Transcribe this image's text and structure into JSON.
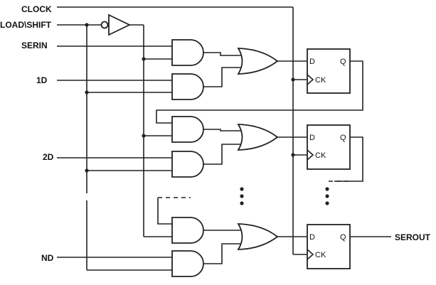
{
  "signals": {
    "clock": "CLOCK",
    "load_shift": "LOAD\\SHIFT",
    "serin": "SERIN",
    "d1": "1D",
    "d2": "2D",
    "dn": "ND",
    "serout": "SEROUT"
  },
  "flipflop_pins": {
    "d": "D",
    "q": "Q",
    "ck": "CK"
  }
}
